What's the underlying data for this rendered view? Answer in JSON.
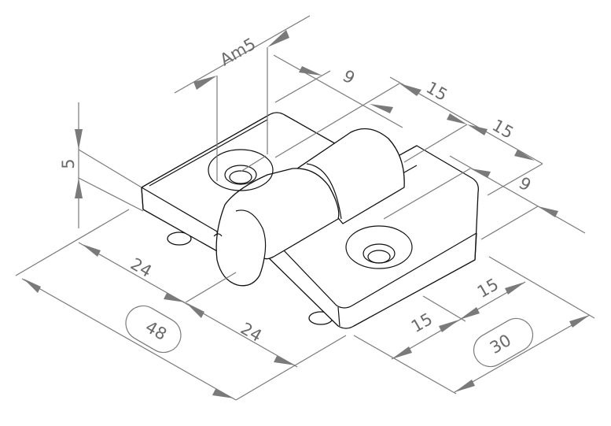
{
  "dimensions": {
    "hole_callout": "Am5",
    "top_hole_offset": "9",
    "top_span_a": "15",
    "top_span_b": "15",
    "right_hole_offset": "9",
    "thickness": "5",
    "lower_half_a": "24",
    "lower_half_b": "24",
    "total_length": "48",
    "right_half_a": "15",
    "right_half_b": "15",
    "total_width": "30"
  },
  "colors": {
    "outline": "#111111",
    "dimension": "#7a7a7a",
    "background": "#ffffff"
  }
}
